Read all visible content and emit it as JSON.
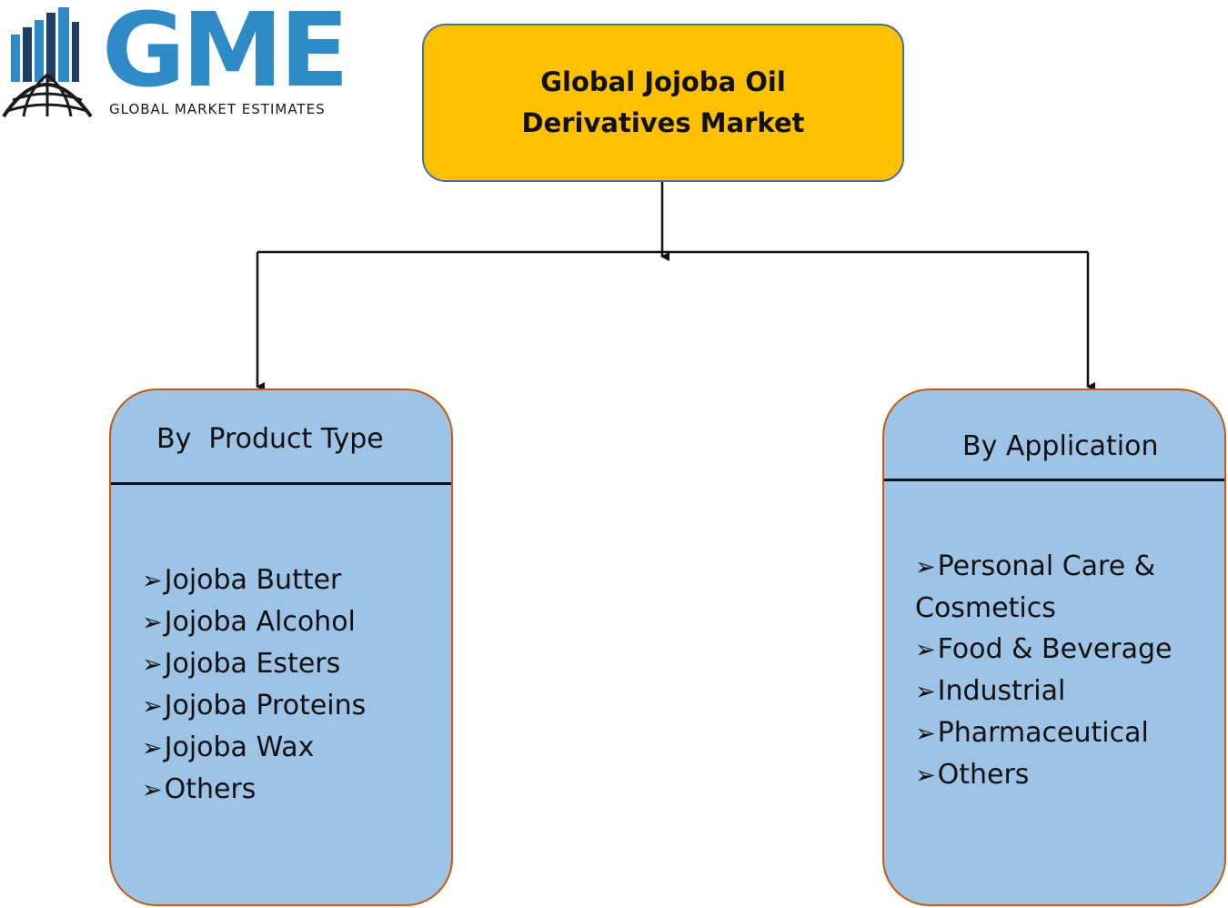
{
  "logo": {
    "brand": "GME",
    "tagline": "GLOBAL MARKET ESTIMATES",
    "brand_color": "#2e8bc6"
  },
  "title": {
    "text": "Global Jojoba Oil Derivatives Market",
    "fill_color": "#ffc000"
  },
  "segments": {
    "left": {
      "header": "By  Product Type",
      "items": [
        "Jojoba Butter",
        "Jojoba Alcohol",
        "Jojoba Esters",
        "Jojoba Proteins",
        "Jojoba Wax",
        "Others"
      ]
    },
    "right": {
      "header": "By Application",
      "items": [
        "Personal Care & Cosmetics",
        "Food & Beverage",
        "Industrial",
        "Pharmaceutical",
        "Others"
      ]
    },
    "fill_color": "#9dc3e6",
    "border_color": "#c55a11"
  },
  "bullet_symbol": "➢"
}
